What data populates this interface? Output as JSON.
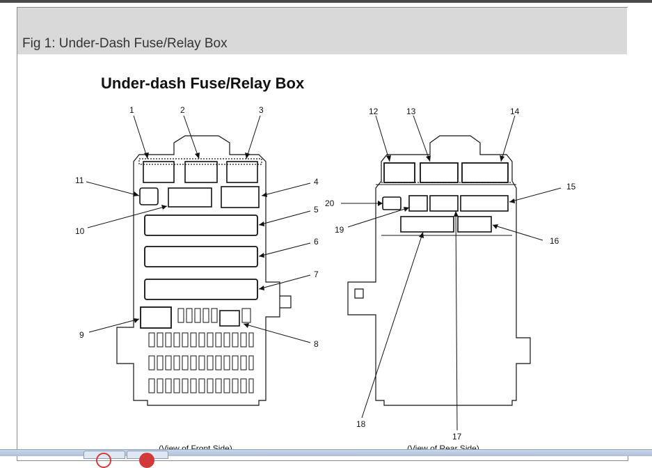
{
  "figure": {
    "caption": "Fig 1: Under-Dash Fuse/Relay Box",
    "title": "Under-dash Fuse/Relay Box"
  },
  "front_view": {
    "label": "(View of Front Side)",
    "callouts": [
      "1",
      "2",
      "3",
      "4",
      "5",
      "6",
      "7",
      "8",
      "9",
      "10",
      "11"
    ]
  },
  "rear_view": {
    "label": "(View of Rear Side)",
    "callouts": [
      "12",
      "13",
      "14",
      "15",
      "16",
      "17",
      "18",
      "19",
      "20"
    ]
  }
}
